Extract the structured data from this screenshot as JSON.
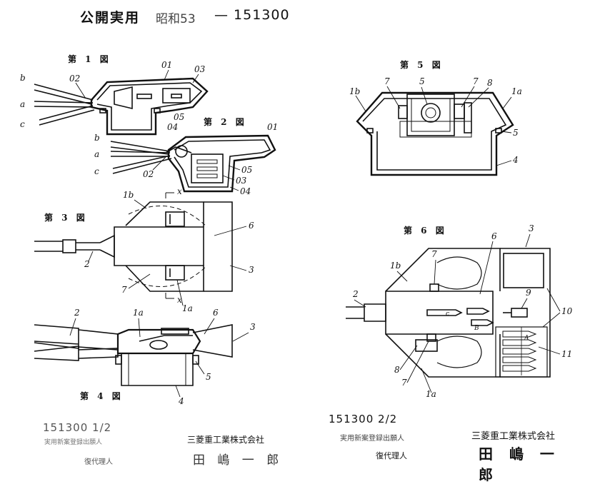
{
  "header": {
    "publication_label": "公開実用",
    "era": "昭和53",
    "number": "— 151300"
  },
  "figures": {
    "fig1": "第 1 図",
    "fig2": "第 2 図",
    "fig3": "第 3 図",
    "fig4": "第 4 図",
    "fig5": "第 5 図",
    "fig6": "第 6 図"
  },
  "labels": {
    "fig1": [
      "b",
      "02",
      "01",
      "03",
      "a",
      "c",
      "05",
      "04"
    ],
    "fig2": [
      "b",
      "a",
      "c",
      "01",
      "02",
      "05",
      "03",
      "04"
    ],
    "fig3": [
      "1b",
      "x",
      "6",
      "2",
      "3",
      "7",
      "x",
      "1a"
    ],
    "fig4": [
      "2",
      "1a",
      "6",
      "3",
      "5",
      "4"
    ],
    "fig5": [
      "1b",
      "7",
      "5",
      "7",
      "8",
      "1a",
      "5",
      "4"
    ],
    "fig6": [
      "3",
      "7",
      "6",
      "1b",
      "2",
      "9",
      "10",
      "c",
      "A",
      "B",
      "11",
      "8",
      "7",
      "1a"
    ]
  },
  "footer_left": {
    "page": "151300 1/2",
    "applicant_label": "実用新案登録出願人",
    "applicant": "三菱重工業株式会社",
    "agent_label": "復代理人",
    "agent": "田 嶋 一 郎"
  },
  "footer_right": {
    "page": "151300 2/2",
    "applicant_label": "実用新案登録出願人",
    "applicant": "三菱重工業株式会社",
    "agent_label": "復代理人",
    "agent": "田 嶋 一 郎"
  }
}
